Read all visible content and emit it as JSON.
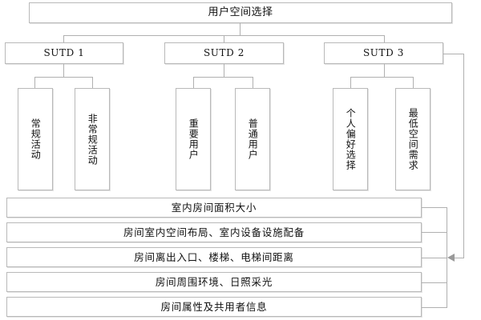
{
  "diagram": {
    "title_box": {
      "label": "用户空间选择"
    },
    "level2": [
      {
        "id": "sutd1",
        "label": "SUTD 1"
      },
      {
        "id": "sutd2",
        "label": "SUTD 2"
      },
      {
        "id": "sutd3",
        "label": "SUTD 3"
      }
    ],
    "leaves": [
      {
        "id": "leaf-1",
        "parent": "sutd1",
        "label": "常规活动"
      },
      {
        "id": "leaf-2",
        "parent": "sutd1",
        "label": "非常规活动"
      },
      {
        "id": "leaf-3",
        "parent": "sutd2",
        "label": "重要用户"
      },
      {
        "id": "leaf-4",
        "parent": "sutd2",
        "label": "普通用户"
      },
      {
        "id": "leaf-5",
        "parent": "sutd3",
        "label": "个人偏好选择"
      },
      {
        "id": "leaf-6",
        "parent": "sutd3",
        "label": "最低空间需求"
      }
    ],
    "criteria_bars": [
      {
        "id": "bar-1",
        "label": "室内房间面积大小"
      },
      {
        "id": "bar-2",
        "label": "房间室内空间布局、室内设备设施配备"
      },
      {
        "id": "bar-3",
        "label": "房间离出入口、楼梯、电梯间距离"
      },
      {
        "id": "bar-4",
        "label": "房间周围环境、日照采光"
      },
      {
        "id": "bar-5",
        "label": "房间属性及共用者信息"
      }
    ],
    "colors": {
      "box_border": "#b9b9b9",
      "box_shadow": "#e3e3e3",
      "connector": "#b0b0b0",
      "arrow": "#9a9a9a",
      "text": "#111111",
      "background": "#ffffff"
    }
  }
}
